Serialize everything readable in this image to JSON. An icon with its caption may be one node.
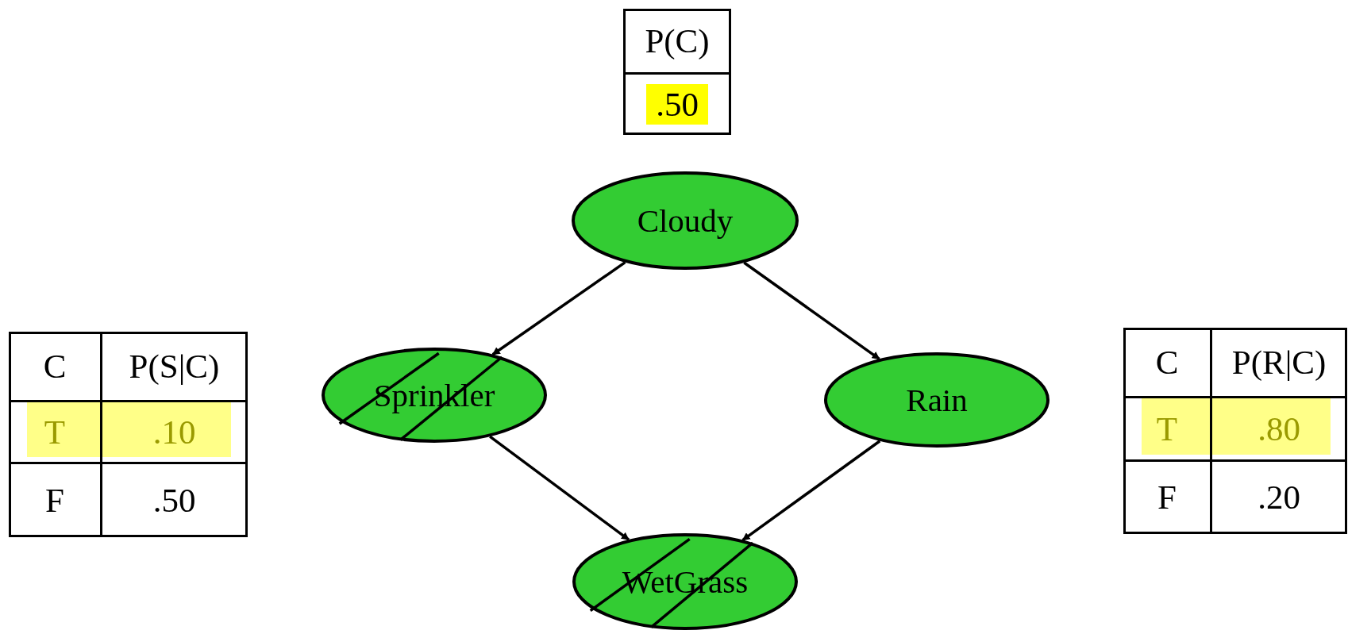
{
  "diagram": {
    "nodes": [
      {
        "text": [
          "Cloudy"
        ]
      },
      {
        "text": [
          "Sprinkler"
        ]
      },
      {
        "text": [
          "Rain"
        ]
      },
      {
        "text": [
          "WetGrass"
        ]
      }
    ],
    "edges": [
      {
        "from": 0,
        "to": 1,
        "arrow": "to"
      },
      {
        "from": 0,
        "to": 2,
        "arrow": "to"
      },
      {
        "from": 1,
        "to": 3,
        "arrow": "to"
      },
      {
        "from": 2,
        "to": 3,
        "arrow": "to"
      }
    ],
    "labels": [
      "P(C)",
      ".50",
      "C",
      "P(S|C)",
      "T",
      ".10",
      "F",
      ".50",
      "C",
      "P(R|C)",
      "T",
      ".80",
      "F",
      ".20"
    ]
  }
}
